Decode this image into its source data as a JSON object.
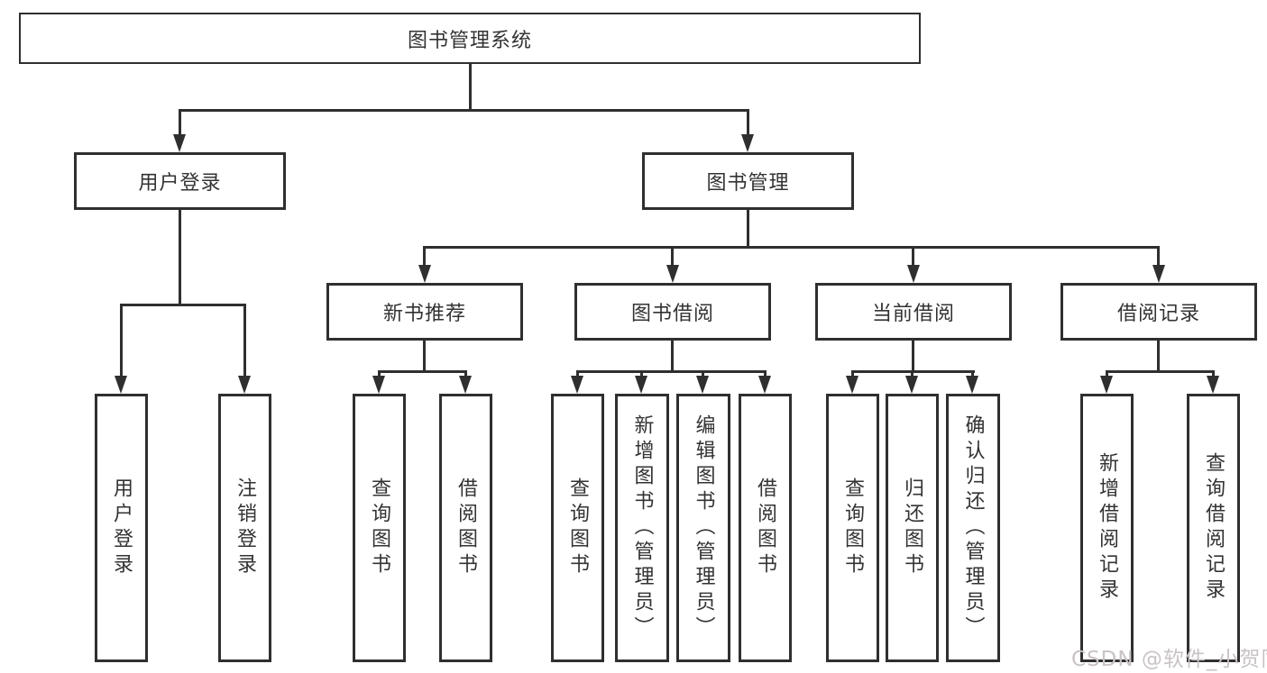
{
  "diagram": {
    "title": "图书管理系统",
    "tree": {
      "root": {
        "label": "图书管理系统"
      },
      "branches": [
        {
          "label": "用户登录",
          "leaves": [
            "用户登录",
            "注销登录"
          ]
        },
        {
          "label": "图书管理",
          "groups": [
            {
              "label": "新书推荐",
              "leaves": [
                "查询图书",
                "借阅图书"
              ]
            },
            {
              "label": "图书借阅",
              "leaves": [
                "查询图书",
                "新增图书（管理员）",
                "编辑图书（管理员）",
                "借阅图书"
              ]
            },
            {
              "label": "当前借阅",
              "leaves": [
                "查询图书",
                "归还图书",
                "确认归还（管理员）"
              ]
            },
            {
              "label": "借阅记录",
              "leaves": [
                "新增借阅记录",
                "查询借阅记录"
              ]
            }
          ]
        }
      ]
    },
    "colors": {
      "line": "#2f2f2f",
      "text": "#333333",
      "box_fill": "#ffffff",
      "background": "#ffffff",
      "watermark": "#c9c3c5"
    }
  },
  "watermark": "CSDN @软件_小贺同学"
}
